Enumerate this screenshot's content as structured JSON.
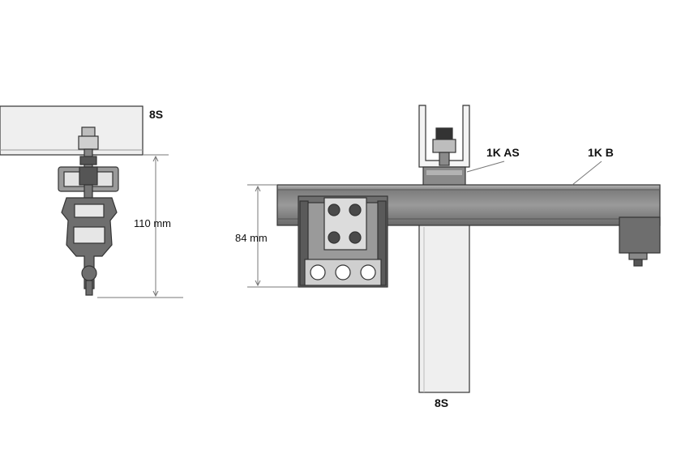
{
  "labels": {
    "beam_left": "8S",
    "dim_left": "110 mm",
    "dim_right": "84 mm",
    "clamp_label": "1K AS",
    "rail_label": "1K B",
    "post_label": "8S"
  },
  "colors": {
    "beam_fill": "#efefef",
    "rail_fill": "#8c8c8c",
    "part_dark": "#6e6e6e",
    "part_mid": "#9a9a9a",
    "plate_fill": "#d9d9d9"
  }
}
